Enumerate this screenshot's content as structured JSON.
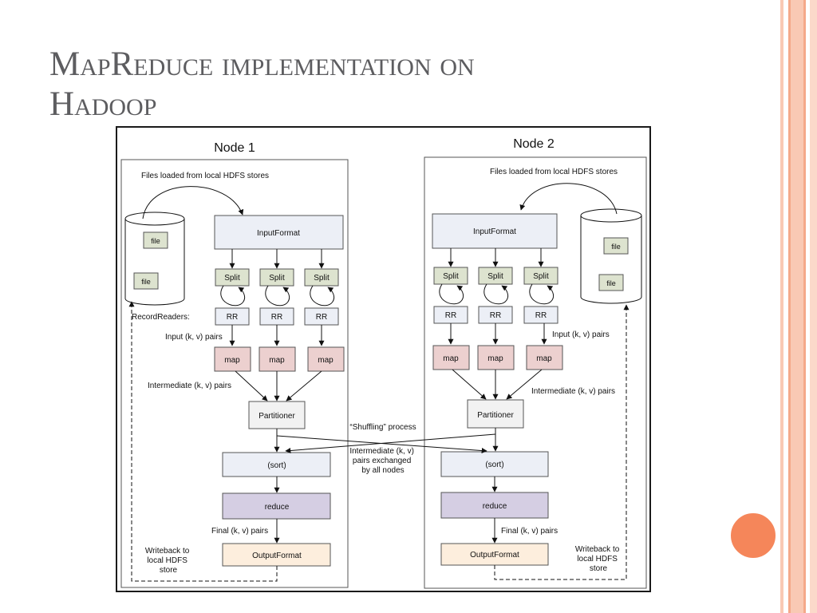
{
  "slide": {
    "title_line1": "MapReduce implementation on",
    "title_line2": "Hadoop",
    "accent_color": "#f5865a",
    "stripe_colors": [
      "#f9c9b4",
      "#f4a98a"
    ]
  },
  "diagram": {
    "nodes": [
      {
        "title": "Node 1",
        "files_loaded": "Files loaded from local HDFS stores",
        "file_labels": [
          "file",
          "file"
        ],
        "input_format": "InputFormat",
        "splits": [
          "Split",
          "Split",
          "Split"
        ],
        "record_readers_label": "RecordReaders:",
        "rrs": [
          "RR",
          "RR",
          "RR"
        ],
        "input_pairs": "Input (k, v) pairs",
        "maps": [
          "map",
          "map",
          "map"
        ],
        "intermediate_pairs": "Intermediate (k, v) pairs",
        "partitioner": "Partitioner",
        "sort": "(sort)",
        "reduce": "reduce",
        "final_pairs": "Final (k, v) pairs",
        "output_format": "OutputFormat",
        "writeback": [
          "Writeback to",
          "local HDFS",
          "store"
        ]
      },
      {
        "title": "Node 2",
        "files_loaded": "Files loaded from local HDFS stores",
        "file_labels": [
          "file",
          "file"
        ],
        "input_format": "InputFormat",
        "splits": [
          "Split",
          "Split",
          "Split"
        ],
        "rrs": [
          "RR",
          "RR",
          "RR"
        ],
        "input_pairs": "Input (k, v) pairs",
        "maps": [
          "map",
          "map",
          "map"
        ],
        "intermediate_pairs": "Intermediate (k, v) pairs",
        "partitioner": "Partitioner",
        "sort": "(sort)",
        "reduce": "reduce",
        "final_pairs": "Final (k, v) pairs",
        "output_format": "OutputFormat",
        "writeback": [
          "Writeback to",
          "local HDFS",
          "store"
        ]
      }
    ],
    "shuffling_label": "“Shuffling” process",
    "exchange_label": [
      "Intermediate (k, v)",
      "pairs exchanged",
      "by all nodes"
    ],
    "colors": {
      "input_format": "#eceff6",
      "split": "#dde3cf",
      "rr": "#eceff6",
      "map": "#ecd0cf",
      "partitioner": "#f2f2f2",
      "sort": "#eceff6",
      "reduce": "#d5cee3",
      "output_format": "#fdeedd",
      "file": "#dde3cf"
    }
  }
}
